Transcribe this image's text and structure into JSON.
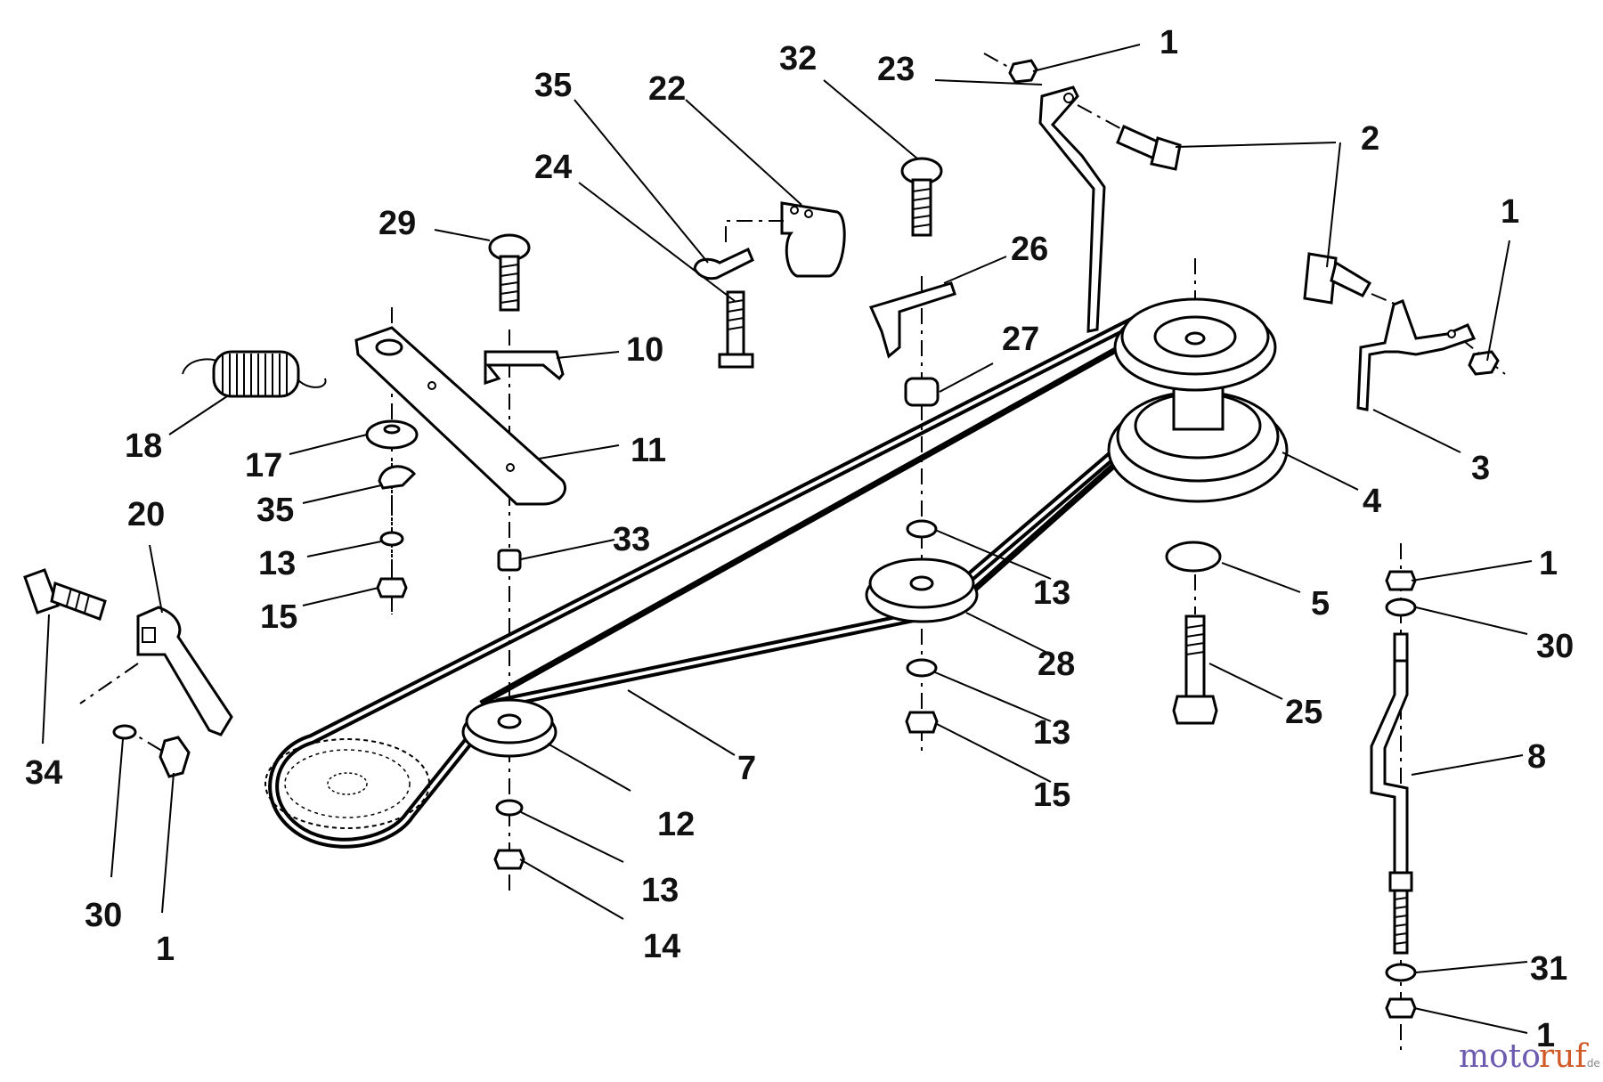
{
  "labels": [
    "1",
    "2",
    "3",
    "4",
    "5",
    "7",
    "8",
    "10",
    "11",
    "12",
    "13",
    "14",
    "15",
    "17",
    "18",
    "20",
    "22",
    "23",
    "24",
    "25",
    "26",
    "27",
    "28",
    "29",
    "30",
    "31",
    "32",
    "33",
    "34",
    "35"
  ],
  "watermark": "motoruf.de"
}
